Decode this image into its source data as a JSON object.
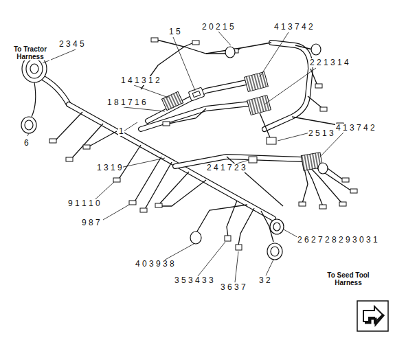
{
  "diagram": {
    "labels": [
      "2 3 4 5",
      "To Tractor Harness",
      "1 5",
      "2 0 2 1 5",
      "4 1 3 7 4 2",
      "1 4 1 3 1 2",
      "2 2 1 3 1 4",
      "1 8 1 7 1 6",
      "6",
      "1",
      "2 5 1 3",
      "4 1 3 7 4 2",
      "1 3 1 9",
      "2 4 1 7 2 3",
      "9 1 1 1 0",
      "9 8 7",
      "2 6 2 7 2 8 2 9 3 0 3 1",
      "4 0 3 9 3 8",
      "3 5 3 4 3 3",
      "3 6 3 7",
      "3 2",
      "To Seed Tool Harness"
    ]
  }
}
